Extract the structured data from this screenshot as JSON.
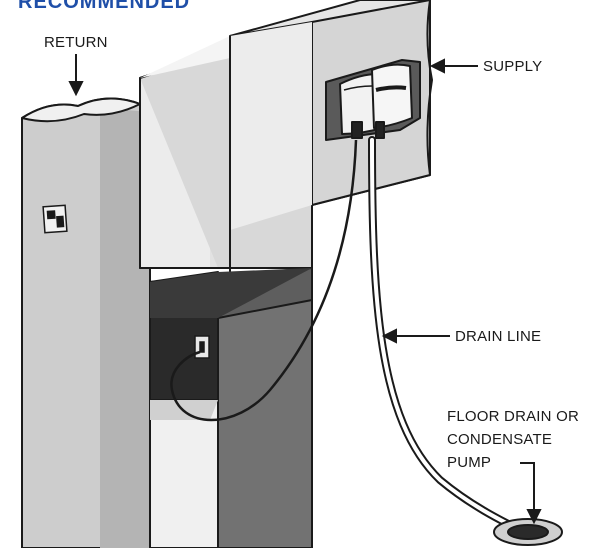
{
  "heading": "RECOMMENDED",
  "labels": {
    "return": "RETURN",
    "supply": "SUPPLY",
    "drain_line": "DRAIN LINE",
    "floor_drain_line1": "FLOOR DRAIN OR",
    "floor_drain_line2": "CONDENSATE",
    "floor_drain_line3": "PUMP"
  },
  "colors": {
    "heading": "#1f4fa8",
    "outline": "#1a1a1a",
    "duct_light": "#e6e6e6",
    "duct_mid": "#c9c9c9",
    "duct_dark": "#8f8f8f",
    "cavity": "#2a2a2a"
  }
}
